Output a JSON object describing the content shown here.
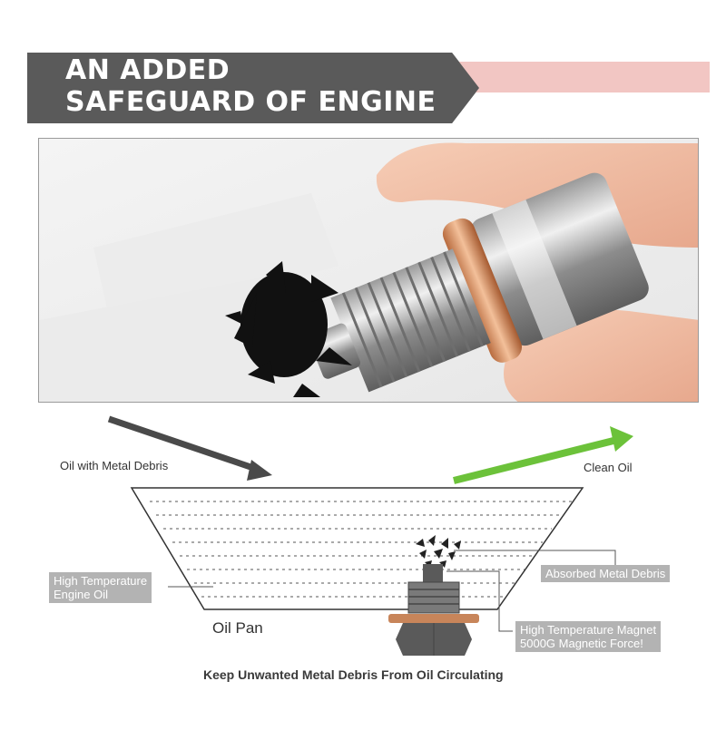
{
  "header": {
    "title_line1": "AN ADDED",
    "title_line2": "SAFEGUARD OF ENGINE",
    "colors": {
      "banner": "#5a5a5a",
      "accent": "#f2c6c3"
    }
  },
  "photo": {
    "description_icon": "magnetic-drain-plug-photo"
  },
  "diagram": {
    "label_oil_in": "Oil with Metal Debris",
    "label_clean": "Clean Oil",
    "label_hot_oil_line1": "High Temperature",
    "label_hot_oil_line2": "Engine Oil",
    "label_pan": "Oil Pan",
    "label_absorbed": "Absorbed Metal Debris",
    "label_magnet_line1": "High Temperature Magnet",
    "label_magnet_line2": "5000G Magnetic Force!",
    "caption": "Keep Unwanted Metal Debris From Oil Circulating",
    "colors": {
      "in_arrow": "#4a4a4a",
      "out_arrow": "#6cc23a",
      "box": "#b3b3b3"
    }
  }
}
